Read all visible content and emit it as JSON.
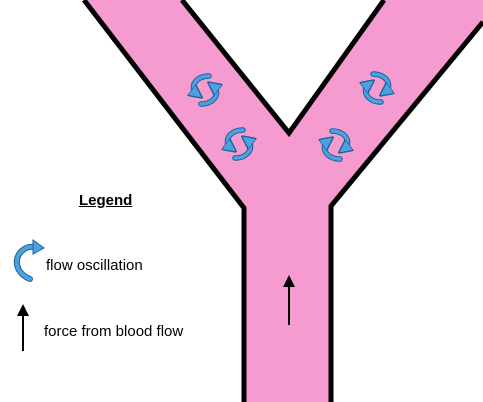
{
  "legend": {
    "title": "Legend",
    "items": [
      {
        "icon": "flow-oscillation-icon",
        "label": "flow oscillation"
      },
      {
        "icon": "force-arrow-icon",
        "label": "force from blood flow"
      }
    ]
  },
  "colors": {
    "vessel_fill": "#f59bcf",
    "vessel_outline": "#000000",
    "oscillation_fill": "#4aa3e0",
    "oscillation_outline": "#1f5f9a",
    "force_arrow": "#000000"
  }
}
